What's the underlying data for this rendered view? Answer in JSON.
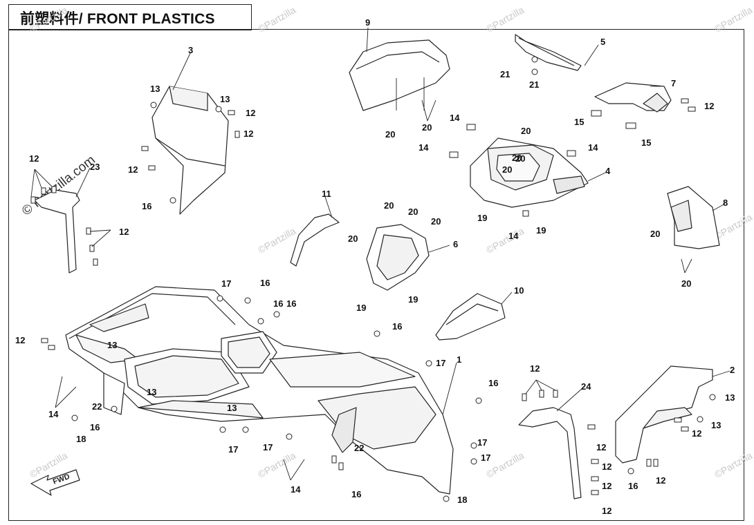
{
  "header": {
    "title": "前塑料件/ FRONT PLASTICS"
  },
  "watermark": {
    "text": "© Partzilla.com",
    "short": "©Partzilla"
  },
  "fwd_label": "FWD",
  "callouts": [
    {
      "id": "c1",
      "label": "1"
    },
    {
      "id": "c2",
      "label": "2"
    },
    {
      "id": "c3",
      "label": "3"
    },
    {
      "id": "c4",
      "label": "4"
    },
    {
      "id": "c5",
      "label": "5"
    },
    {
      "id": "c6",
      "label": "6"
    },
    {
      "id": "c7",
      "label": "7"
    },
    {
      "id": "c8",
      "label": "8"
    },
    {
      "id": "c9",
      "label": "9"
    },
    {
      "id": "c10",
      "label": "10"
    },
    {
      "id": "c11",
      "label": "11"
    },
    {
      "id": "c12a",
      "label": "12"
    },
    {
      "id": "c12b",
      "label": "12"
    },
    {
      "id": "c12c",
      "label": "12"
    },
    {
      "id": "c12d",
      "label": "12"
    },
    {
      "id": "c12e",
      "label": "12"
    },
    {
      "id": "c12f",
      "label": "12"
    },
    {
      "id": "c12g",
      "label": "12"
    },
    {
      "id": "c12h",
      "label": "12"
    },
    {
      "id": "c12i",
      "label": "12"
    },
    {
      "id": "c12j",
      "label": "12"
    },
    {
      "id": "c12k",
      "label": "12"
    },
    {
      "id": "c12l",
      "label": "12"
    },
    {
      "id": "c12m",
      "label": "12"
    },
    {
      "id": "c12n",
      "label": "12"
    },
    {
      "id": "c13a",
      "label": "13"
    },
    {
      "id": "c13b",
      "label": "13"
    },
    {
      "id": "c13c",
      "label": "13"
    },
    {
      "id": "c13d",
      "label": "13"
    },
    {
      "id": "c13e",
      "label": "13"
    },
    {
      "id": "c13f",
      "label": "13"
    },
    {
      "id": "c13g",
      "label": "13"
    },
    {
      "id": "c14a",
      "label": "14"
    },
    {
      "id": "c14b",
      "label": "14"
    },
    {
      "id": "c14c",
      "label": "14"
    },
    {
      "id": "c14d",
      "label": "14"
    },
    {
      "id": "c14e",
      "label": "14"
    },
    {
      "id": "c14f",
      "label": "14"
    },
    {
      "id": "c15a",
      "label": "15"
    },
    {
      "id": "c15b",
      "label": "15"
    },
    {
      "id": "c16a",
      "label": "16"
    },
    {
      "id": "c16b",
      "label": "16"
    },
    {
      "id": "c16c",
      "label": "16"
    },
    {
      "id": "c16d",
      "label": "16"
    },
    {
      "id": "c16e",
      "label": "16"
    },
    {
      "id": "c16f",
      "label": "16"
    },
    {
      "id": "c16g",
      "label": "16"
    },
    {
      "id": "c16h",
      "label": "16"
    },
    {
      "id": "c16i",
      "label": "16"
    },
    {
      "id": "c17a",
      "label": "17"
    },
    {
      "id": "c17b",
      "label": "17"
    },
    {
      "id": "c17c",
      "label": "17"
    },
    {
      "id": "c17d",
      "label": "17"
    },
    {
      "id": "c17e",
      "label": "17"
    },
    {
      "id": "c17f",
      "label": "17"
    },
    {
      "id": "c18a",
      "label": "18"
    },
    {
      "id": "c18b",
      "label": "18"
    },
    {
      "id": "c19a",
      "label": "19"
    },
    {
      "id": "c19b",
      "label": "19"
    },
    {
      "id": "c19c",
      "label": "19"
    },
    {
      "id": "c19d",
      "label": "19"
    },
    {
      "id": "c20a",
      "label": "20"
    },
    {
      "id": "c20b",
      "label": "20"
    },
    {
      "id": "c20c",
      "label": "20"
    },
    {
      "id": "c20d",
      "label": "20"
    },
    {
      "id": "c20e",
      "label": "20"
    },
    {
      "id": "c20f",
      "label": "20"
    },
    {
      "id": "c20g",
      "label": "20"
    },
    {
      "id": "c20h",
      "label": "20"
    },
    {
      "id": "c20i",
      "label": "20"
    },
    {
      "id": "c20j",
      "label": "20"
    },
    {
      "id": "c20k",
      "label": "20"
    },
    {
      "id": "c20l",
      "label": "20"
    },
    {
      "id": "c21a",
      "label": "21"
    },
    {
      "id": "c21b",
      "label": "21"
    },
    {
      "id": "c22a",
      "label": "22"
    },
    {
      "id": "c22b",
      "label": "22"
    },
    {
      "id": "c23",
      "label": "23"
    },
    {
      "id": "c24",
      "label": "24"
    }
  ]
}
